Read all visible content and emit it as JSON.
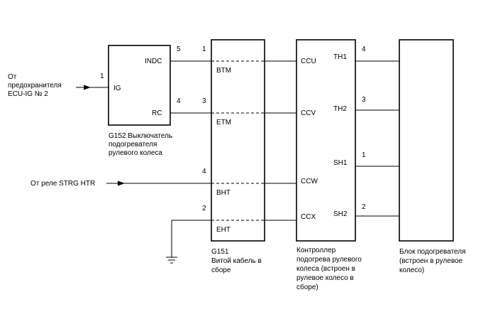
{
  "sources": {
    "ecu_ig": [
      "От",
      "предохранителя",
      "ECU-IG № 2"
    ],
    "strg_htr": "От реле STRG HTR"
  },
  "switch": {
    "caption": [
      "G152 Выключатель",
      "подогревателя",
      "рулевого колеса"
    ],
    "pins": {
      "ig": "IG",
      "indc": "INDC",
      "rc": "RC"
    },
    "pin_numbers": {
      "ig": "1",
      "indc": "5",
      "rc": "4"
    }
  },
  "cable": {
    "caption": [
      "G151",
      "Витой кабель в",
      "сборе"
    ],
    "pins": {
      "btm": "BTM",
      "etm": "ETM",
      "bht": "BHT",
      "eht": "EHT"
    },
    "pin_numbers": {
      "btm": "1",
      "etm": "3",
      "bht": "4",
      "eht": "2"
    }
  },
  "controller": {
    "caption": [
      "Контроллер",
      "подогрева рулевого",
      "колеса (встроен в",
      "рулевое колесо в",
      "сборе)"
    ],
    "pins": {
      "ccu": "CCU",
      "ccv": "CCV",
      "ccw": "CCW",
      "ccx": "CCX",
      "th1": "TH1",
      "th2": "TH2",
      "sh1": "SH1",
      "sh2": "SH2"
    },
    "pin_numbers": {
      "th1": "4",
      "th2": "3",
      "sh1": "1",
      "sh2": "2"
    }
  },
  "heater": {
    "caption": [
      "Блок подогревателя",
      "(встроен в рулевое",
      "колесо)"
    ]
  }
}
